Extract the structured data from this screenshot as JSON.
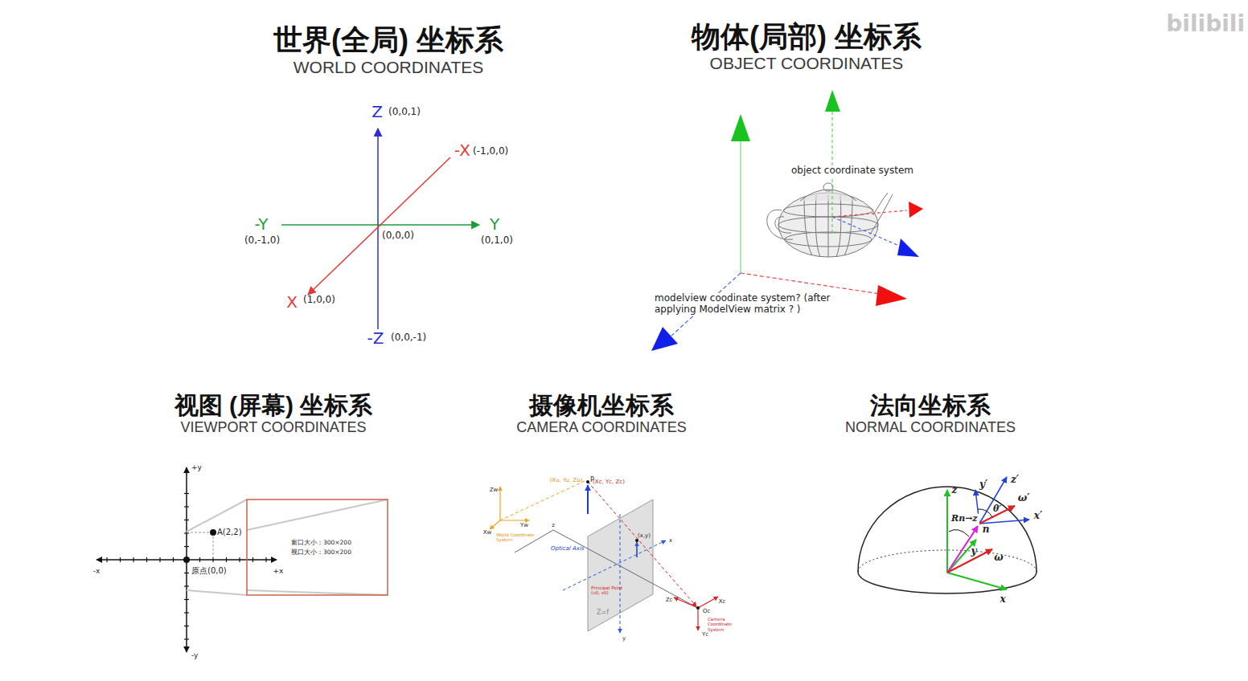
{
  "diagram": {
    "labels": [
      "世界(全局) 坐标系",
      "WORLD COORDINATES",
      "Z",
      "(0,0,1)",
      "-X",
      "(-1,0,0)",
      "-Y",
      "(0,-1,0)",
      "(0,0,0)",
      "Y",
      "(0,1,0)",
      "X",
      "(1,0,0)",
      "-Z",
      "(0,0,-1)",
      "物体(局部) 坐标系",
      "OBJECT COORDINATES",
      "object coordinate system",
      "modelview coodinate system? (after applying ModelView matrix ? )",
      "视图 (屏幕) 坐标系",
      "VIEWPORT COORDINATES",
      "+y",
      "A(2,2)",
      "窗口大小：300×200",
      "视口大小：300×200",
      "-x",
      "原点(0,0)",
      "+x",
      "-y",
      "摄像机坐标系",
      "CAMERA COORDINATES",
      "(Xu, Yu, Zu)",
      "P",
      "(Xc, Yc, Zc)",
      "Zw",
      "Yw",
      "Xw",
      "World Coordinate System",
      "z",
      "Optical Axis",
      "(x,y)",
      "x",
      "Principal Point (u0, v0)",
      "Z=f",
      "y",
      "Zc",
      "Xc",
      "Oc",
      "Yc",
      "Camera Coordinate System",
      "法向坐标系",
      "NORMAL COORDINATES",
      "z",
      "y′",
      "z′",
      "ω′",
      "θ′",
      "x′",
      "Rn→z",
      "n",
      "y",
      "ω",
      "x",
      "bilibili"
    ]
  }
}
